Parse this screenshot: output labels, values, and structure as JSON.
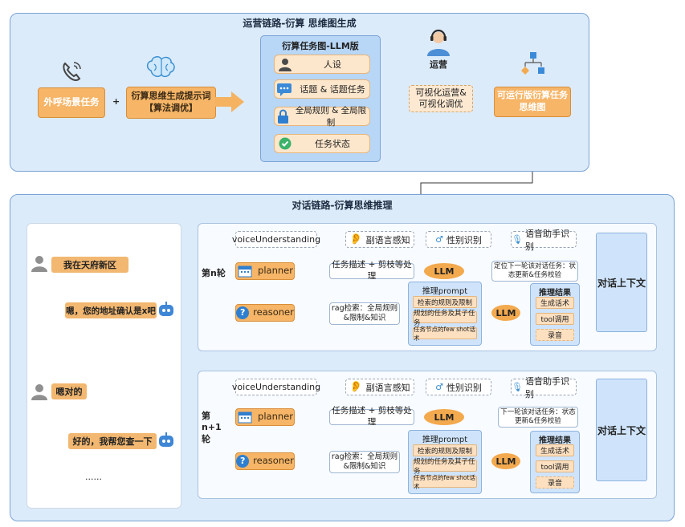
{
  "top_panel": {
    "title": "运营链路-衍算 思维图生成",
    "scene_task": "外呼场景任务",
    "plus": "+",
    "prompt_tool": "衍算思维生成提示词【算法调优】",
    "llm_panel": {
      "title": "衍算任务图-LLM版",
      "items": [
        {
          "label": "人设",
          "icon": "person-icon"
        },
        {
          "label": "话题 & 话题任务",
          "icon": "chat-bubble-icon"
        },
        {
          "label": "全局规则 & 全局限制",
          "icon": "lock-icon"
        },
        {
          "label": "任务状态",
          "icon": "check-circle-icon"
        }
      ]
    },
    "operator_label": "运营",
    "visual_ops": "可视化运营&\n可视化调优",
    "runnable": "可运行版衍算任务思维图"
  },
  "bottom_panel": {
    "title": "对话链路-衍算思维推理",
    "chat": {
      "user1": "我在天府新区",
      "bot1": "嗯，您的地址确认是x吧",
      "user2": "嗯对的",
      "bot2": "好的，我帮您查一下",
      "more": "......"
    },
    "rounds": [
      {
        "label": "第n轮",
        "voice": "voiceUnderstanding",
        "lang": "副语言感知",
        "gender": "性别识别",
        "assist": "语音助手识别",
        "planner": "planner",
        "task_desc": "任务描述 + 剪枝等处理",
        "llm1": "LLM",
        "locate": "定位下一轮该对话任务：状态更新&任务校验",
        "reasoner": "reasoner",
        "rag": "rag检索：全局规则&限制&知识",
        "prompt_title": "推理prompt",
        "prompt_items": [
          "检索的规则及限制",
          "规划的任务及其子任务",
          "任务节点的few shot话术"
        ],
        "llm2": "LLM",
        "result_title": "推理结果",
        "result_items": [
          "生成话术",
          "tool调用",
          "录音"
        ],
        "context": "对话上下文"
      },
      {
        "label": "第n+1轮",
        "voice": "voiceUnderstanding",
        "lang": "副语言感知",
        "gender": "性别识别",
        "assist": "语音助手识别",
        "planner": "planner",
        "task_desc": "任务描述 + 剪枝等处理",
        "llm1": "LLM",
        "locate": "下一轮该对话任务：状态更新&任务校验",
        "reasoner": "reasoner",
        "rag": "rag检索：全局规则&限制&知识",
        "prompt_title": "推理prompt",
        "prompt_items": [
          "检索的规则及限制",
          "规划的任务及其子任务",
          "任务节点的few shot话术"
        ],
        "llm2": "LLM",
        "result_title": "推理结果",
        "result_items": [
          "生成话术",
          "tool调用",
          "录音"
        ],
        "context": "对话上下文"
      }
    ]
  },
  "colors": {
    "panel_bg": "#dcebfa",
    "panel_border": "#7aa3d6",
    "orange": "#f6b567",
    "llm": "#f3a94e",
    "context": "#cfe4fb"
  }
}
